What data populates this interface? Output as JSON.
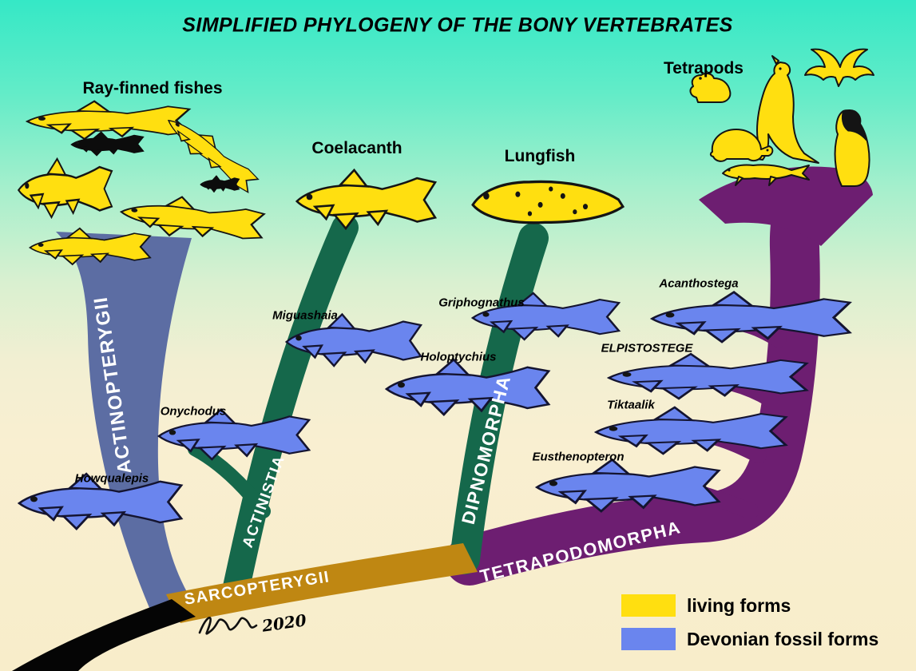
{
  "title": "SIMPLIFIED PHYLOGENY OF THE BONY VERTEBRATES",
  "clades": {
    "actinopterygii": "ACTINOPTERYGII",
    "sarcopterygii": "SARCOPTERYGII",
    "actinistia": "ACTINISTIA",
    "dipnomorpha": "DIPNOMORPHA",
    "tetrapodomorpha": "TETRAPODOMORPHA"
  },
  "living_groups": {
    "ray_finned": "Ray-finned fishes",
    "coelacanth": "Coelacanth",
    "lungfish": "Lungfish",
    "tetrapods": "Tetrapods"
  },
  "fossil_taxa": {
    "howqualepis": "Howqualepis",
    "onychodus": "Onychodus",
    "miguashaia": "Miguashaia",
    "holoptychius": "Holoptychius",
    "griphognathus": "Griphognathus",
    "eusthenopteron": "Eusthenopteron",
    "tiktaalik": "Tiktaalik",
    "elpistostege": "ELPISTOSTEGE",
    "acanthostega": "Acanthostega"
  },
  "legend": {
    "living": {
      "label": "living forms",
      "color": "#ffdf10"
    },
    "fossil": {
      "label": "Devonian fossil forms",
      "color": "#6a85ee"
    }
  },
  "signature_year": "2020",
  "colors": {
    "background_top": "#35e8c6",
    "background_bottom": "#f8edca",
    "actinopterygii_branch": "#5c6da3",
    "sarcopterygii_branch": "#bf8712",
    "actinistia_branch": "#15684b",
    "dipnomorpha_branch": "#15684b",
    "tetrapodomorpha_branch": "#6d1e71",
    "root_trunk": "#000000",
    "living_forms": "#ffdf10",
    "devonian_fossil_forms": "#6a85ee"
  }
}
